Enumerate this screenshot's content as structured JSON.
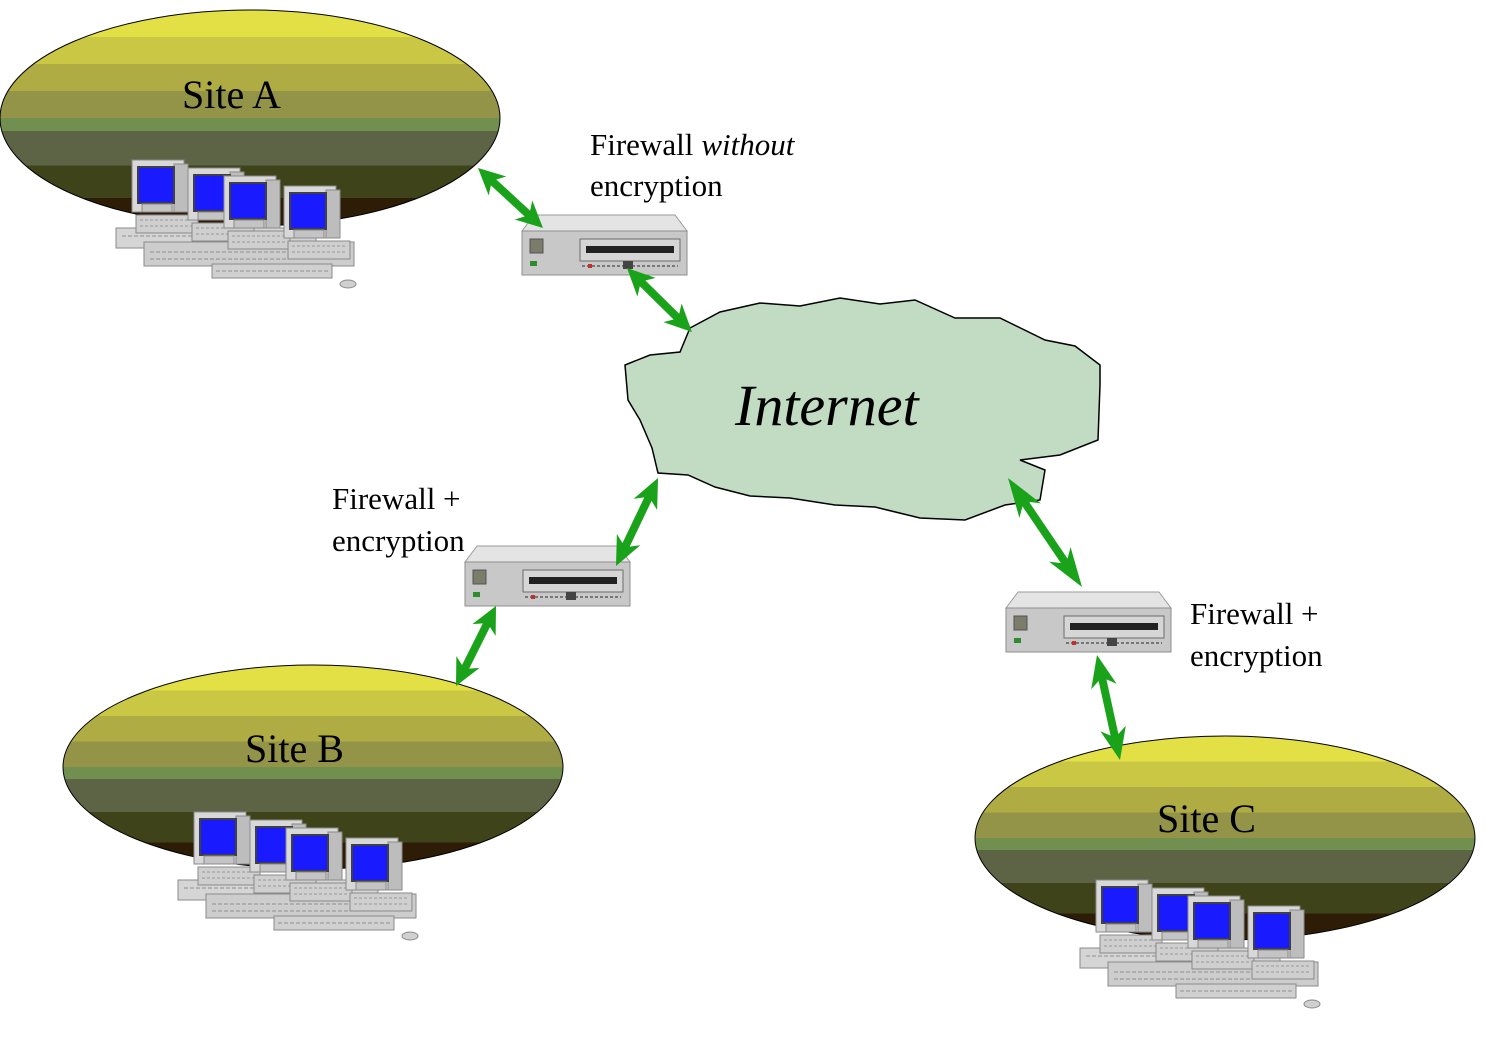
{
  "cloud": {
    "label": "Internet"
  },
  "sites": [
    {
      "id": "a",
      "label": "Site A"
    },
    {
      "id": "b",
      "label": "Site B"
    },
    {
      "id": "c",
      "label": "Site C"
    }
  ],
  "firewalls": {
    "a": {
      "line1": "Firewall",
      "line1_emph": "without",
      "line2": "encryption"
    },
    "b": {
      "line1": "Firewall +",
      "line2": "encryption"
    },
    "c": {
      "line1": "Firewall +",
      "line2": "encryption"
    }
  },
  "colors": {
    "cloud_fill": "#c1dcc3",
    "arrow": "#1aa21a",
    "monitor_screen": "#1a1aff",
    "device_body": "#c8c8c8",
    "site_bands": [
      "#e2e044",
      "#c9c744",
      "#afac44",
      "#949449",
      "#718f4f",
      "#5d6446",
      "#3f4319",
      "#2d1d07"
    ]
  },
  "icons": [
    "workstation-cluster-icon",
    "firewall-appliance-icon",
    "network-cloud-icon",
    "bidirectional-arrow-icon"
  ]
}
